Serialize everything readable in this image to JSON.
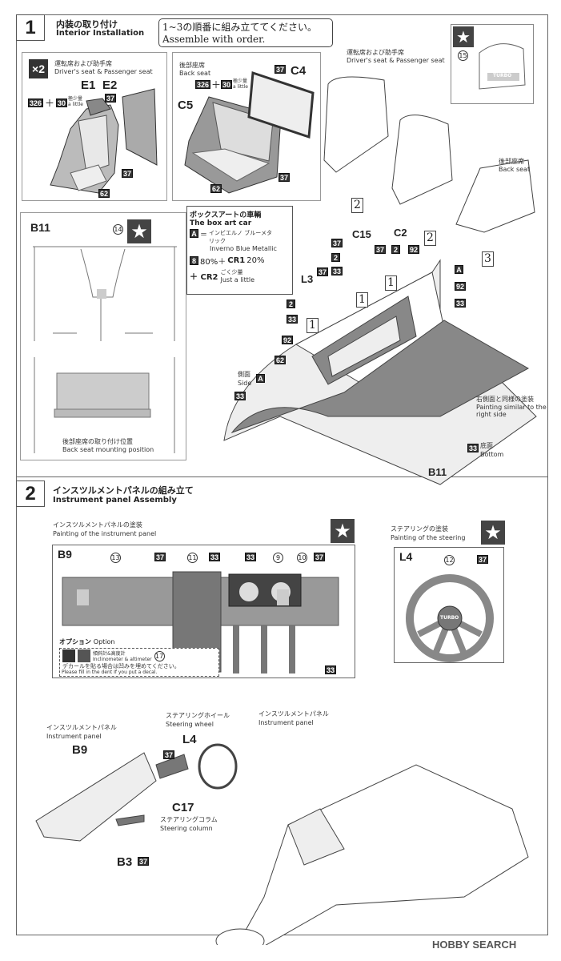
{
  "step1": {
    "number": "1",
    "title_jp": "内装の取り付け",
    "title_en": "Interior Installation",
    "note_jp": "1~3の順番に組み立ててください。",
    "note_en": "Assemble with order.",
    "front_seats": {
      "multiplier": "×2",
      "title_jp": "運転席および助手席",
      "title_en": "Driver's seat & Passenger seat",
      "parts": [
        "E1",
        "E2"
      ],
      "paints": [
        "326",
        "30",
        "37",
        "37",
        "62"
      ],
      "a_little_jp": "極少量",
      "a_little_en": "a little",
      "plus": "＋"
    },
    "back_seat": {
      "title_jp": "後部座席",
      "title_en": "Back seat",
      "parts": [
        "C5",
        "C4"
      ],
      "paints": [
        "326",
        "30",
        "37",
        "37",
        "62"
      ],
      "a_little_jp": "極少量",
      "a_little_en": "a little",
      "plus": "＋"
    },
    "detail_star": {
      "decal": "15",
      "logo": "TURBO"
    },
    "b11": {
      "part": "B11",
      "decal": "14",
      "caption_jp": "後部座席の取り付け位置",
      "caption_en": "Back seat mounting position"
    },
    "box_art": {
      "title_jp": "ボックスアートの車輌",
      "title_en": "The box art car",
      "color_code": "A",
      "eq": "＝",
      "color_jp": "インビエルノ ブルーメタリック",
      "color_en": "Inverno Blue Metallic",
      "mix1_code": "8",
      "mix1": "80%＋",
      "mix2_code": "CR1",
      "mix2": "20%",
      "mix3": "＋ CR2",
      "mix3_jp": "ごく少量",
      "mix3_en": "Just a little"
    },
    "car": {
      "right_seats_jp": "運転席および助手席",
      "right_seats_en": "Driver's seat & Passenger seat",
      "back_seat_jp": "後部座席",
      "back_seat_en": "Back seat",
      "parts": [
        "C15",
        "C2",
        "L3",
        "B11"
      ],
      "order": [
        "1",
        "1",
        "1",
        "2",
        "2",
        "3"
      ],
      "paints": [
        "37",
        "2",
        "33",
        "37",
        "2",
        "92",
        "37",
        "2",
        "33",
        "A",
        "92",
        "33",
        "92",
        "62",
        "A",
        "33",
        "33"
      ],
      "side_jp": "側面",
      "side_en": "Side",
      "right_jp": "右側面と同様の塗装",
      "right_en": "Painting similar to the right side",
      "bottom_jp": "底面",
      "bottom_en": "Bottom"
    }
  },
  "step2": {
    "number": "2",
    "title_jp": "インスツルメントパネルの組み立て",
    "title_en": "Instrument panel Assembly",
    "panel_paint": {
      "title_jp": "インスツルメントパネルの塗装",
      "title_en": "Painting of the instrument panel",
      "part": "B9",
      "decals": [
        "13",
        "11",
        "9",
        "10",
        "17"
      ],
      "paints": [
        "37",
        "33",
        "33",
        "37",
        "33"
      ],
      "option_jp": "オプション",
      "option_en": "Option",
      "gauge_jp": "傾斜計&高度計",
      "gauge_en": "Inclinometer & altimeter",
      "fill_jp": "デカールを貼る場合は凹みを埋めてください。",
      "fill_en": "Please fill in the dent If you put a decal."
    },
    "steer_paint": {
      "title_jp": "ステアリングの塗装",
      "title_en": "Painting of the steering",
      "part": "L4",
      "decal": "12",
      "paint": "37",
      "logo": "TURBO"
    },
    "assembly": {
      "panel_jp": "インスツルメントパネル",
      "panel_en": "Instrument panel",
      "wheel_jp": "ステアリングホイール",
      "wheel_en": "Steering wheel",
      "column_jp": "ステアリングコラム",
      "column_en": "Steering column",
      "parts": [
        "B9",
        "L4",
        "C17",
        "B3"
      ],
      "paints": [
        "37",
        "37"
      ],
      "panel2_jp": "インスツルメントパネル",
      "panel2_en": "Instrument panel"
    }
  },
  "watermark": "HOBBY SEARCH"
}
